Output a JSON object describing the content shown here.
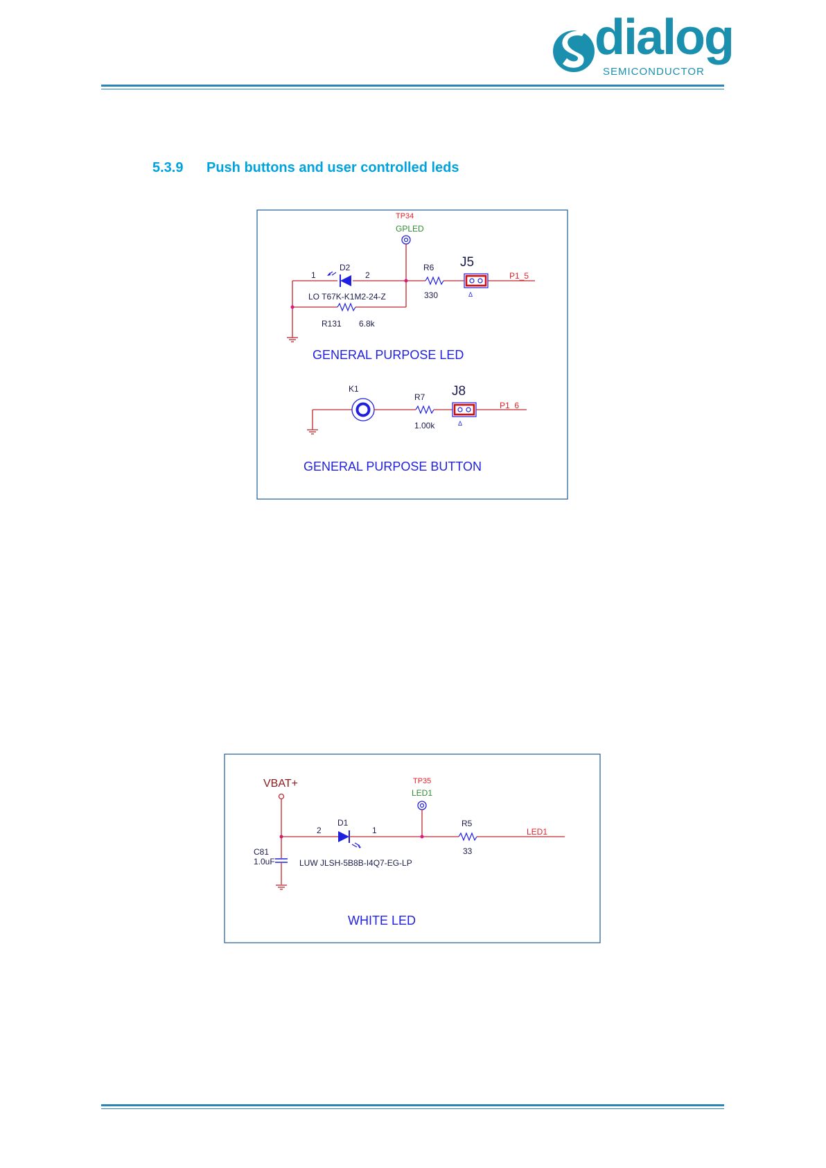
{
  "colors": {
    "brand": "#1b8fae",
    "heading": "#00a2e0",
    "rule": "#2a84b8",
    "wire": "#c0272d",
    "part": "#1f1fe0",
    "net": "#e8202a",
    "testpoint_label": "#2e8b2e",
    "junction": "#e0147c",
    "frame": "#1f5a96"
  },
  "header": {
    "logo_word": "dialog",
    "logo_sub": "SEMICONDUCTOR"
  },
  "section": {
    "number": "5.3.9",
    "title": "Push buttons and user controlled leds"
  },
  "figure1": {
    "tp_ref": "TP34",
    "tp_net": "GPLED",
    "led_ref": "D2",
    "led_pin1": "1",
    "led_pin2": "2",
    "led_part": "LO T67K-K1M2-24-Z",
    "r131_ref": "R131",
    "r131_value": "6.8k",
    "r6_ref": "R6",
    "r6_value": "330",
    "j5_ref": "J5",
    "j5_marker": "Δ",
    "net_p15": "P1_5",
    "caption_led": "GENERAL PURPOSE LED",
    "k1_ref": "K1",
    "r7_ref": "R7",
    "r7_value": "1.00k",
    "j8_ref": "J8",
    "j8_marker": "Δ",
    "net_p16": "P1_6",
    "caption_button": "GENERAL PURPOSE BUTTON"
  },
  "figure2": {
    "supply": "VBAT+",
    "tp_ref": "TP35",
    "tp_net": "LED1",
    "led_ref": "D1",
    "led_pin2": "2",
    "led_pin1": "1",
    "led_part": "LUW JLSH-5B8B-I4Q7-EG-LP",
    "c81_ref": "C81",
    "c81_value": "1.0uF",
    "r5_ref": "R5",
    "r5_value": "33",
    "net_out": "LED1",
    "caption": "WHITE LED"
  }
}
